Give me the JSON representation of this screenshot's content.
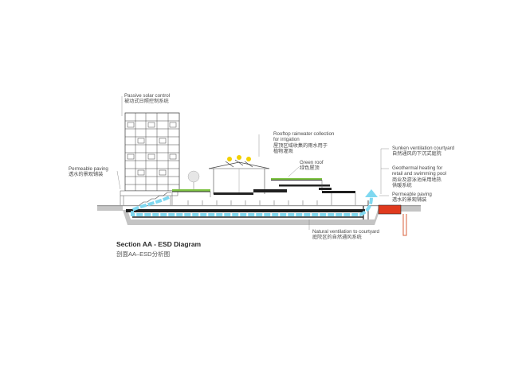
{
  "caption": {
    "title": "Section AA - ESD Diagram",
    "subtitle": "剖面AA–ESD分析图"
  },
  "labels": {
    "solar": {
      "en": "Passive solar control",
      "zh": "被动式日照控制系统"
    },
    "permeable_left": {
      "en": "Permeable paving",
      "zh": "透水的景观铺装"
    },
    "rainwater": {
      "en1": "Rooftop rainwater collection",
      "en2": "for irrigation",
      "zh1": "屋顶区域收集的雨水用于",
      "zh2": "植物灌溉"
    },
    "green_roof": {
      "en": "Green roof",
      "zh": "绿色屋顶"
    },
    "sunken": {
      "en": "Sunken ventilation courtyard",
      "zh": "自然通风的下沉式庭院"
    },
    "geothermal": {
      "en1": "Geothermal heating for",
      "en2": "retail and swimming pool",
      "zh1": "商业及游泳池采用地热",
      "zh2": "供暖系统"
    },
    "permeable_right": {
      "en": "Permeable paving",
      "zh": "透水的景观铺装"
    },
    "natural_vent": {
      "en": "Natural ventilation to courtyard",
      "zh": "庭院区的自然通风系统"
    }
  },
  "colors": {
    "line": "#222222",
    "ground": "#bdbdbd",
    "green_roof": "#7dc242",
    "airflow": "#7fd8f0",
    "heat_source": "#e03a1e",
    "heat_pipe": "#d9613c",
    "sun": "#f2d000",
    "leader": "#777777"
  }
}
